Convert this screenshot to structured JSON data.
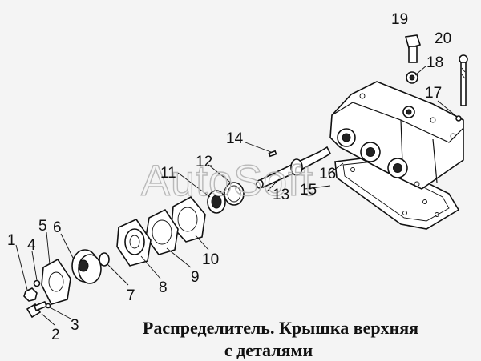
{
  "watermark": "AutoSoft",
  "caption": {
    "line1": "Распределитель. Крышка верхняя",
    "line2": "с деталями"
  },
  "callouts": [
    "1",
    "2",
    "3",
    "4",
    "5",
    "6",
    "7",
    "8",
    "9",
    "10",
    "11",
    "12",
    "13",
    "14",
    "15",
    "16",
    "17",
    "18",
    "19",
    "20"
  ]
}
